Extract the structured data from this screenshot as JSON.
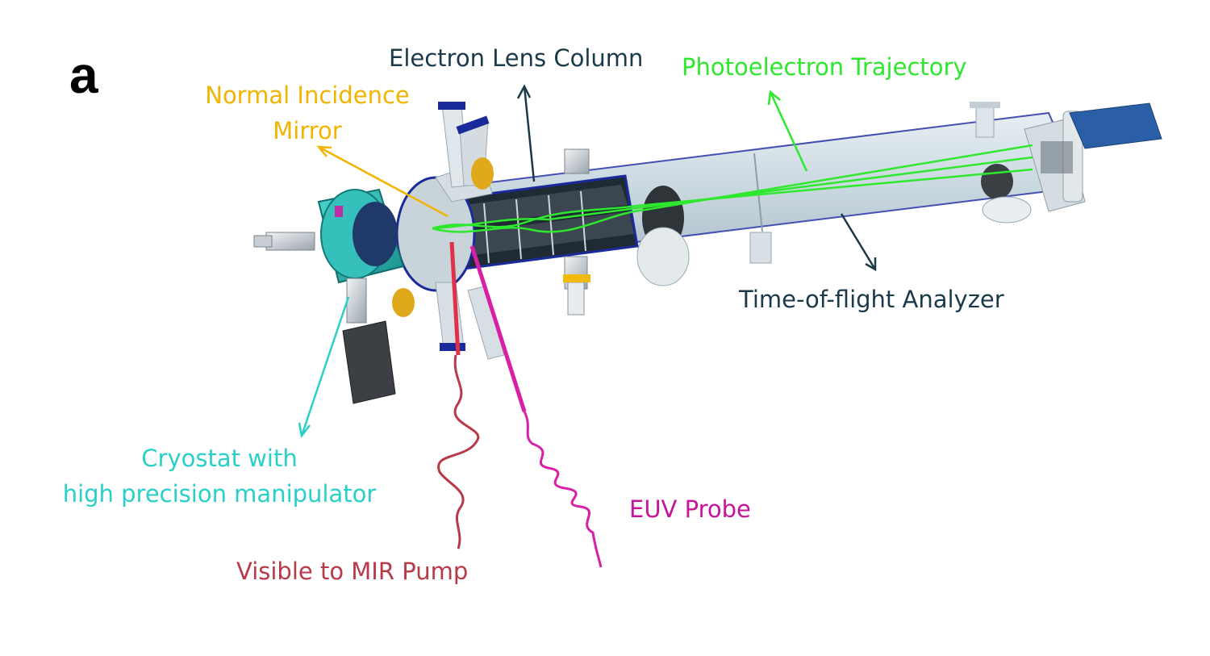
{
  "panel_label": "a",
  "labels": {
    "electron_lens_column": "Electron Lens Column",
    "photoelectron_trajectory": "Photoelectron Trajectory",
    "normal_incidence_mirror": [
      "Normal Incidence",
      "Mirror"
    ],
    "time_of_flight_analyzer": "Time-of-flight Analyzer",
    "cryostat": [
      "Cryostat with",
      "high precision manipulator"
    ],
    "euv_probe": "EUV Probe",
    "pump": "Visible to MIR Pump"
  },
  "colors": {
    "lens": "#1a3a4a",
    "trajectory": "#2ee82e",
    "mirror": "#f2b400",
    "analyzer": "#1a3a4a",
    "cryostat": "#2ad0c8",
    "euv": "#c8139a",
    "pump": "#b83a48",
    "chamber": "#c9d6de",
    "flange_blue": "#1b2a9a"
  }
}
